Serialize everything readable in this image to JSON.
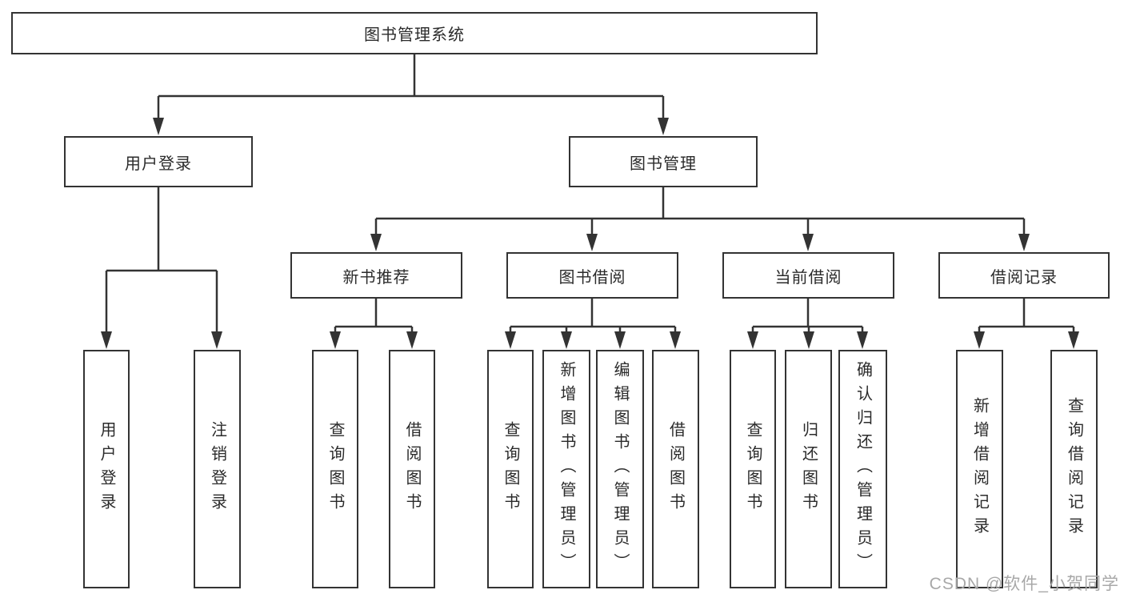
{
  "tree": {
    "root": {
      "label": "图书管理系统",
      "children": [
        {
          "label": "用户登录",
          "children": [
            {
              "label": "用户登录"
            },
            {
              "label": "注销登录"
            }
          ]
        },
        {
          "label": "图书管理",
          "children": [
            {
              "label": "新书推荐",
              "children": [
                {
                  "label": "查询图书"
                },
                {
                  "label": "借阅图书"
                }
              ]
            },
            {
              "label": "图书借阅",
              "children": [
                {
                  "label": "查询图书"
                },
                {
                  "label": "新增图书（管理员）"
                },
                {
                  "label": "编辑图书（管理员）"
                },
                {
                  "label": "借阅图书"
                }
              ]
            },
            {
              "label": "当前借阅",
              "children": [
                {
                  "label": "查询图书"
                },
                {
                  "label": "归还图书"
                },
                {
                  "label": "确认归还（管理员）"
                }
              ]
            },
            {
              "label": "借阅记录",
              "children": [
                {
                  "label": "新增借阅记录"
                },
                {
                  "label": "查询借阅记录"
                }
              ]
            }
          ]
        }
      ]
    }
  },
  "watermark": "CSDN @软件_小贺同学",
  "colors": {
    "line": "#333333",
    "text": "#2b2b2b",
    "box_background": "#ffffff",
    "watermark": "#a8a8a8"
  }
}
